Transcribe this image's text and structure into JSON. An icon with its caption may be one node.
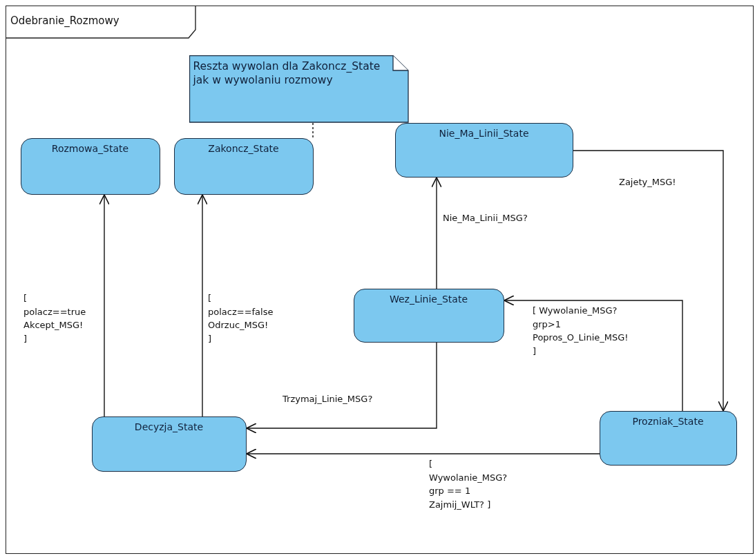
{
  "diagram": {
    "nodes": [
      {
        "text": [
          "Odebranie_Rozmowy"
        ]
      },
      {
        "text": [
          "Reszta wywolan dla Zakoncz_State jak w wywolaniu rozmowy"
        ],
        "in": 0
      },
      {
        "text": [
          "Rozmowa_State"
        ],
        "in": 0
      },
      {
        "text": [
          "Zakoncz_State"
        ],
        "in": 0
      },
      {
        "text": [
          "Nie_Ma_Linii_State"
        ],
        "in": 0
      },
      {
        "text": [
          "Wez_Linie_State"
        ],
        "in": 0
      },
      {
        "text": [
          "Decyzja_State"
        ],
        "in": 0
      },
      {
        "text": [
          "Prozniak_State"
        ],
        "in": 0
      }
    ],
    "edges": [
      {
        "from": 1,
        "to": 3,
        "arrow": "none",
        "style": "dashed"
      },
      {
        "from": 6,
        "to": 2,
        "arrow": "to",
        "label": "[ polacz==true Akcept_MSG! ]"
      },
      {
        "from": 6,
        "to": 3,
        "arrow": "to",
        "label": "[ polacz==false Odrzuc_MSG! ]"
      },
      {
        "from": 5,
        "to": 4,
        "arrow": "to",
        "label": "Nie_Ma_Linii_MSG?"
      },
      {
        "from": 4,
        "to": 7,
        "arrow": "to",
        "label": "Zajety_MSG!"
      },
      {
        "from": 7,
        "to": 5,
        "arrow": "to",
        "label": "[ Wywolanie_MSG? grp>1 Popros_O_Linie_MSG! ]"
      },
      {
        "from": 5,
        "to": 6,
        "arrow": "to",
        "label": "Trzymaj_Linie_MSG?"
      },
      {
        "from": 7,
        "to": 6,
        "arrow": "to",
        "label": "[ Wywolanie_MSG? grp == 1 Zajmij_WLT? ]"
      }
    ]
  }
}
